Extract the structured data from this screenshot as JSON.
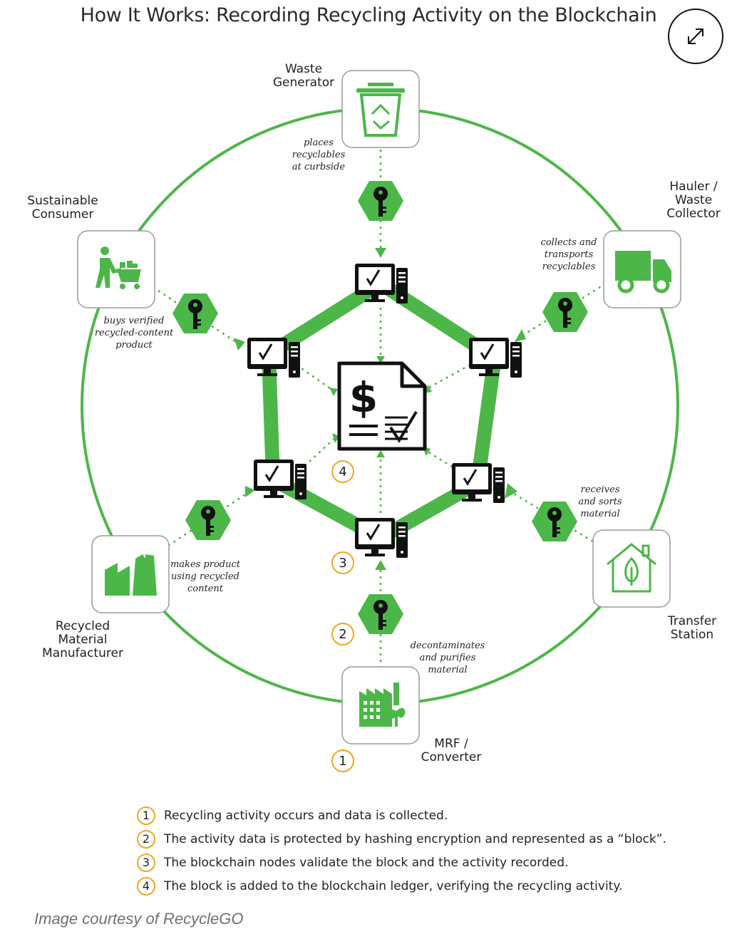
{
  "title": "How It Works: Recording Recycling Activity on the Blockchain",
  "expand_icon": "expand-arrows-icon",
  "nodes": {
    "waste_generator": "Waste\nGenerator",
    "hauler": "Hauler /\nWaste\nCollector",
    "transfer_station": "Transfer\nStation",
    "mrf": "MRF /\nConverter",
    "manufacturer": "Recycled\nMaterial\nManufacturer",
    "consumer": "Sustainable\nConsumer"
  },
  "notes": {
    "waste_generator": "places\nrecyclables\nat curbside",
    "hauler": "collects and\ntransports\nrecyclables",
    "transfer_station": "receives\nand sorts\nmaterial",
    "mrf": "decontaminates\nand purifies\nmaterial",
    "manufacturer": "makes product\nusing recycled\ncontent",
    "consumer": "buys verified\nrecycled-content\nproduct"
  },
  "steps": {
    "one": "1",
    "two": "2",
    "three": "3",
    "four": "4"
  },
  "legend": [
    {
      "num": "1",
      "text": "Recycling activity occurs and data is collected."
    },
    {
      "num": "2",
      "text": "The activity data is protected by hashing encryption and represented as a “block”."
    },
    {
      "num": "3",
      "text": "The blockchain nodes validate the block and the activity recorded."
    },
    {
      "num": "4",
      "text": "The block is added to the blockchain ledger, verifying the recycling activity."
    }
  ],
  "caption": "Image courtesy of RecycleGO",
  "colors": {
    "green": "#4cb748",
    "orange": "#f0a623",
    "dark": "#111111"
  },
  "icons": [
    "recycle-bin-icon",
    "delivery-truck-icon",
    "house-leaf-icon",
    "factory-leaf-icon",
    "factory-icon",
    "shopping-cart-person-icon",
    "key-hexagon-icon",
    "computer-check-icon",
    "ledger-document-icon"
  ]
}
